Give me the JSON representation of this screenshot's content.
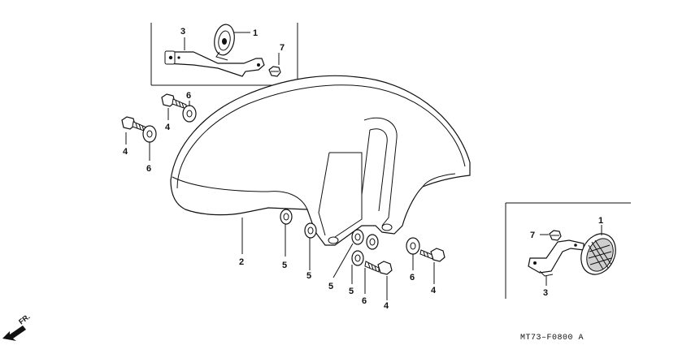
{
  "diagram": {
    "drawing_code": "MT73–F0800 A",
    "direction_marker": "FR.",
    "callouts": {
      "top_pulley": "1",
      "top_stay": "3",
      "top_nut": "7",
      "fender": "2",
      "bolt_a": "4",
      "washer_a": "6",
      "bolt_b": "4",
      "washer_b": "6",
      "grommet_1": "5",
      "grommet_2": "5",
      "grommet_3": "5",
      "grommet_4": "5",
      "washer_c": "6",
      "bolt_c": "4",
      "washer_d": "6",
      "bolt_d": "4",
      "right_nut": "7",
      "right_reflector": "1",
      "right_stay": "3"
    }
  }
}
